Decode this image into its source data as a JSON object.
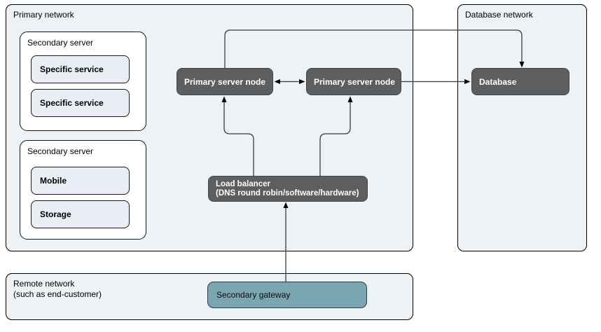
{
  "diagram": {
    "primary_network": {
      "label": "Primary network"
    },
    "database_network": {
      "label": "Database network"
    },
    "remote_network": {
      "label_line1": "Remote network",
      "label_line2": "(such as end-customer)"
    },
    "secondary_server_top": {
      "label": "Secondary server",
      "items": [
        "Specific service",
        "Specific service"
      ]
    },
    "secondary_server_bottom": {
      "label": "Secondary server",
      "items": [
        "Mobile",
        "Storage"
      ]
    },
    "primary_server_node_left": {
      "label": "Primary server node"
    },
    "primary_server_node_right": {
      "label": "Primary server node"
    },
    "database": {
      "label": "Database"
    },
    "load_balancer": {
      "label_line1": "Load balancer",
      "label_line2": "(DNS round robin/software/hardware)"
    },
    "secondary_gateway": {
      "label": "Secondary gateway"
    },
    "colors": {
      "container_fill": "#edf2f7",
      "group_fill": "#ffffff",
      "item_fill": "#e8eef4",
      "node_fill": "#5e5e5e",
      "node_text": "#ffffff",
      "gateway_fill": "#7aa6b1",
      "connector": "#3a3a3a"
    }
  }
}
